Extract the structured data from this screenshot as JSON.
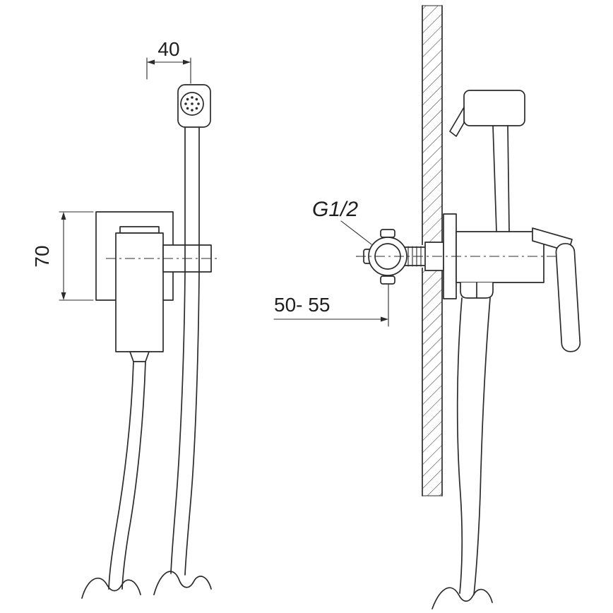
{
  "drawing": {
    "background_color": "#ffffff",
    "line_color": "#2b2b2b",
    "labels": {
      "dim_handle_offset": "40",
      "dim_plate_height": "70",
      "thread_size": "G1/2",
      "dim_wall_distance": "50- 55"
    }
  }
}
